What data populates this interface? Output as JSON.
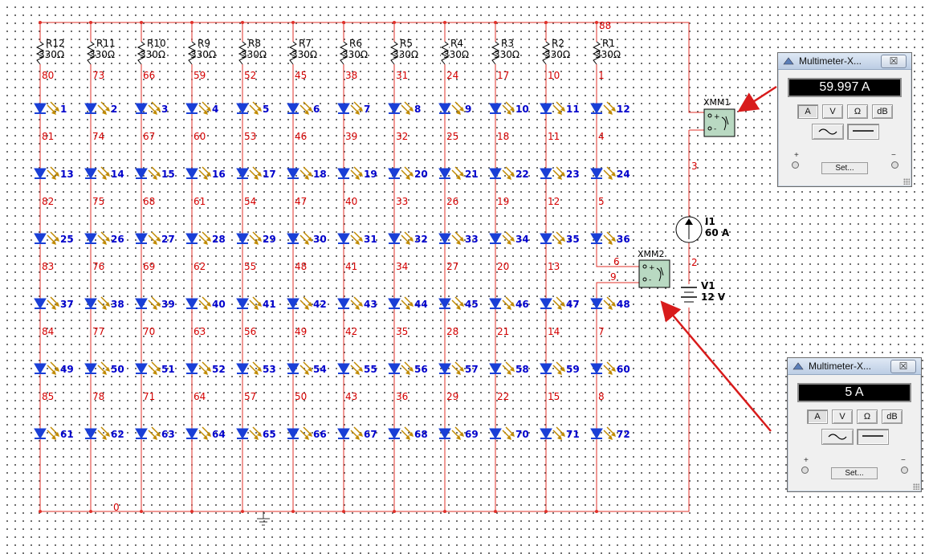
{
  "resistors": [
    {
      "ref": "R12",
      "value": "330Ω",
      "top_net": "80"
    },
    {
      "ref": "R11",
      "value": "330Ω",
      "top_net": "73"
    },
    {
      "ref": "R10",
      "value": "330Ω",
      "top_net": "66"
    },
    {
      "ref": "R9",
      "value": "330Ω",
      "top_net": "59"
    },
    {
      "ref": "R8",
      "value": "330Ω",
      "top_net": "52"
    },
    {
      "ref": "R7",
      "value": "330Ω",
      "top_net": "45"
    },
    {
      "ref": "R6",
      "value": "330Ω",
      "top_net": "38"
    },
    {
      "ref": "R5",
      "value": "330Ω",
      "top_net": "31"
    },
    {
      "ref": "R4",
      "value": "330Ω",
      "top_net": "24"
    },
    {
      "ref": "R3",
      "value": "330Ω",
      "top_net": "17"
    },
    {
      "ref": "R2",
      "value": "330Ω",
      "top_net": "10"
    },
    {
      "ref": "R1",
      "value": "330Ω",
      "top_net": "1"
    }
  ],
  "led_net_rows": [
    [
      "81",
      "74",
      "67",
      "60",
      "53",
      "46",
      "39",
      "32",
      "25",
      "18",
      "11",
      "4"
    ],
    [
      "82",
      "75",
      "68",
      "61",
      "54",
      "47",
      "40",
      "33",
      "26",
      "19",
      "12",
      "5"
    ],
    [
      "83",
      "76",
      "69",
      "62",
      "55",
      "48",
      "41",
      "34",
      "27",
      "20",
      "13",
      ""
    ],
    [
      "84",
      "77",
      "70",
      "63",
      "56",
      "49",
      "42",
      "35",
      "28",
      "21",
      "14",
      "7"
    ],
    [
      "85",
      "78",
      "71",
      "64",
      "57",
      "50",
      "43",
      "36",
      "29",
      "22",
      "15",
      "8"
    ]
  ],
  "nets": {
    "top_right": "88",
    "ground": "0",
    "xmm1_to_i1": "3",
    "i1_to_v1": "2",
    "r1_to_xmm2": "6",
    "xmm2_to_led": "9"
  },
  "sources": {
    "i1_ref": "I1",
    "i1_value": "60 A",
    "v1_ref": "V1",
    "v1_value": "12 V"
  },
  "meters": {
    "xmm1_ref": "XMM1",
    "xmm2_ref": "XMM2"
  },
  "multimeter1": {
    "title": "Multimeter-X...",
    "reading": "59.997 A",
    "buttons": [
      "A",
      "V",
      "Ω",
      "dB"
    ],
    "set_label": "Set...",
    "plus": "+",
    "minus": "−",
    "close": "☒"
  },
  "multimeter2": {
    "title": "Multimeter-X...",
    "reading": "5 A",
    "buttons": [
      "A",
      "V",
      "Ω",
      "dB"
    ],
    "set_label": "Set...",
    "plus": "+",
    "minus": "−",
    "close": "☒"
  },
  "colors": {
    "wire": "#e0302a",
    "led": "#1a3fd6",
    "arrow": "#c08a00",
    "net_label": "#d40000",
    "led_label": "#0000cc",
    "callout": "#d81b1b"
  }
}
